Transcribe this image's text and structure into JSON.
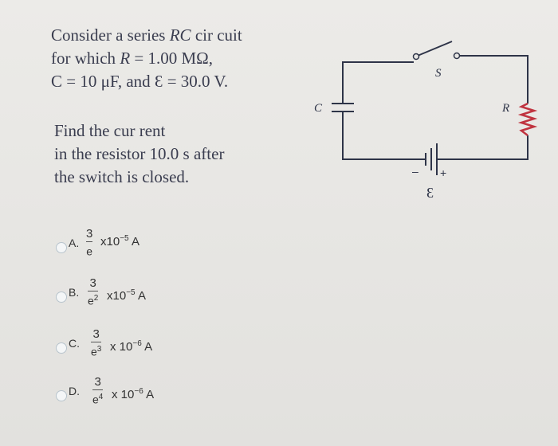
{
  "problem": {
    "line1_pre": "Consider a series ",
    "line1_rc": "RC",
    "line1_post": " cir cuit",
    "line2_pre": "for which ",
    "line2_r": "R",
    "line2_post": " = 1.00 MΩ,",
    "line3": "C = 10 μF, and Ɛ = 30.0 V."
  },
  "question": {
    "line1": "Find the cur rent",
    "line2": "in the resistor 10.0 s after",
    "line3": "the switch is closed."
  },
  "circuit": {
    "label_switch": "S",
    "label_capacitor": "C",
    "label_resistor": "R",
    "label_emf": "Ɛ",
    "label_minus": "–",
    "label_plus": "+",
    "wire_color": "#2e3448",
    "resistor_color": "#c0333f"
  },
  "choices": [
    {
      "letter": "A.",
      "num": "3",
      "den_base": "e",
      "den_exp": "",
      "factor": "x10",
      "exp": "−5",
      "unit": "A"
    },
    {
      "letter": "B.",
      "num": "3",
      "den_base": "e",
      "den_exp": "2",
      "factor": "x10",
      "exp": "−5",
      "unit": "A"
    },
    {
      "letter": "C.",
      "num": "3",
      "den_base": "e",
      "den_exp": "3",
      "factor": "x 10",
      "exp": "−6",
      "unit": "A"
    },
    {
      "letter": "D.",
      "num": "3",
      "den_base": "e",
      "den_exp": "4",
      "factor": "x 10",
      "exp": "−6",
      "unit": "A"
    }
  ]
}
